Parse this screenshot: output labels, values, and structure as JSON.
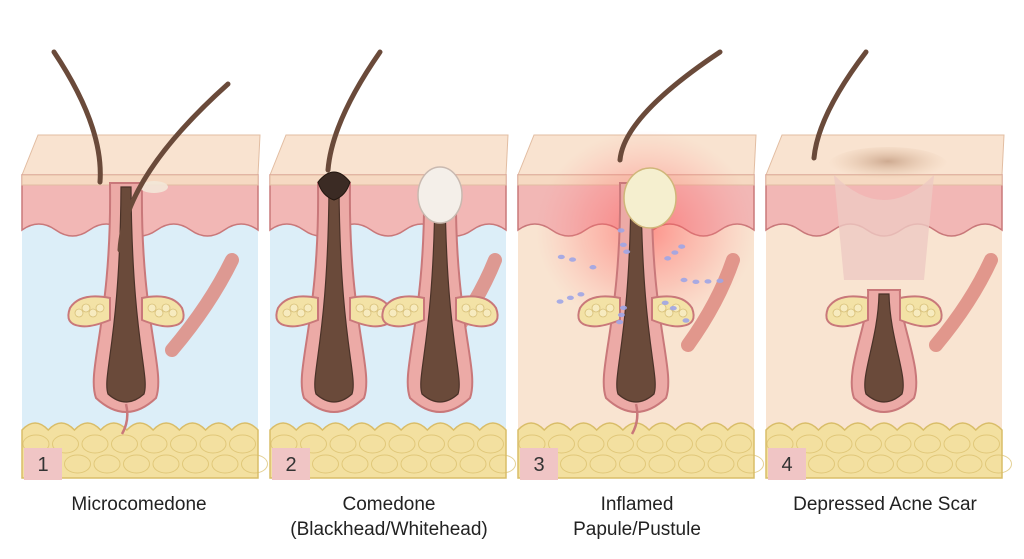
{
  "panels": [
    {
      "number": "1",
      "label_lines": [
        "Microcomedone"
      ]
    },
    {
      "number": "2",
      "label_lines": [
        "Comedone",
        "(Blackhead/Whitehead)"
      ]
    },
    {
      "number": "3",
      "label_lines": [
        "Inflamed",
        "Papule/Pustule"
      ]
    },
    {
      "number": "4",
      "label_lines": [
        "Depressed Acne Scar"
      ]
    }
  ],
  "colors": {
    "epidermis": "#f6d9c2",
    "epidermis_top": "#f9e3d0",
    "dermis_pink": "#f2b7b5",
    "dermis_fluid": "#dceef8",
    "dermis_warm": "#f9e4d1",
    "fat": "#f3e0a0",
    "fat_stroke": "#d9bd69",
    "follicle_wall": "#ecaaa6",
    "follicle_outline": "#c9787a",
    "hair": "#6a4a3a",
    "hair_dark": "#4a3228",
    "sebum": "#f3e2a6",
    "blackhead": "#3b2b24",
    "whitehead": "#f4efe9",
    "pustule": "#f5efcf",
    "inflammation": "#f26a6a",
    "immune_cells": "#9ea5e6",
    "scar": "#eec9c3",
    "muscle": "#dd8a80",
    "number_box": "#f0c5c5",
    "number_text": "#333333"
  }
}
